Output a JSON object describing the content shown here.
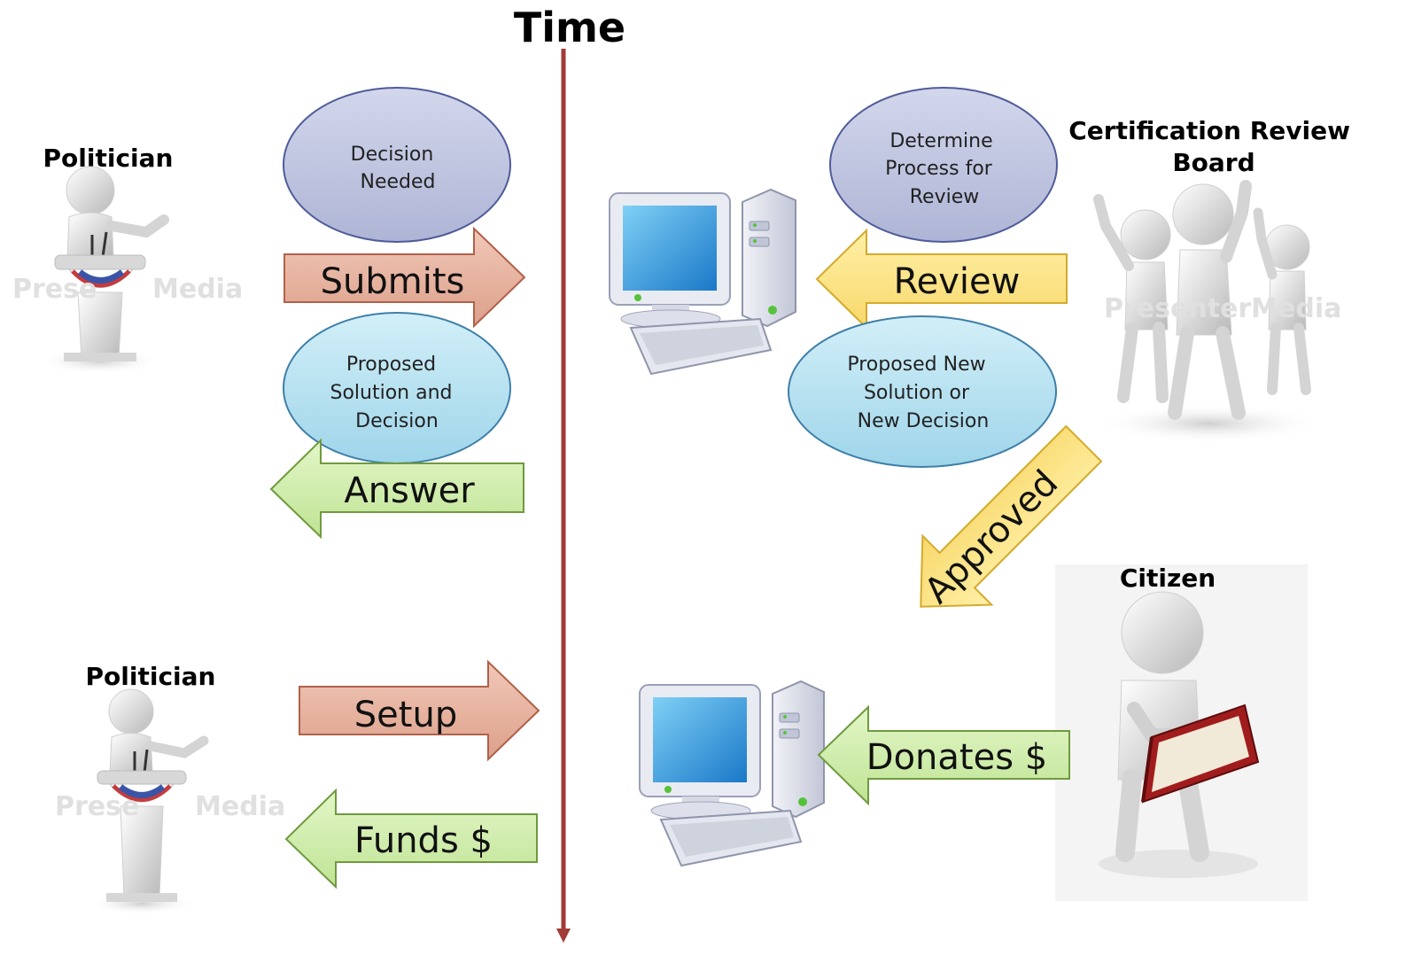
{
  "title": "Time",
  "actors": {
    "politician_top": "Politician",
    "politician_bottom": "Politician",
    "board_line1": "Certification Review",
    "board_line2": "Board",
    "citizen": "Citizen"
  },
  "ellipses": {
    "decision_needed": [
      "Decision",
      "Needed"
    ],
    "proposed_solution": [
      "Proposed",
      "Solution and",
      "Decision"
    ],
    "determine_process": [
      "Determine",
      "Process for",
      "Review"
    ],
    "proposed_new": [
      "Proposed New",
      "Solution or",
      "New Decision"
    ]
  },
  "arrows": {
    "submits": "Submits",
    "answer": "Answer",
    "review": "Review",
    "approved": "Approved",
    "setup": "Setup",
    "funds": "Funds $",
    "donates": "Donates $"
  },
  "watermark": {
    "text": "PresenterMedia",
    "politician_top": "Prese      Media",
    "politician_bottom": "Prese      Media"
  },
  "colors": {
    "timeline": "#a23a38",
    "ellipse_purple": "#c5cbe3",
    "ellipse_blue": "#bfe4f2",
    "arrow_red": "#e8b7a4",
    "arrow_green": "#d3efb0",
    "arrow_yellow": "#fde88a"
  }
}
